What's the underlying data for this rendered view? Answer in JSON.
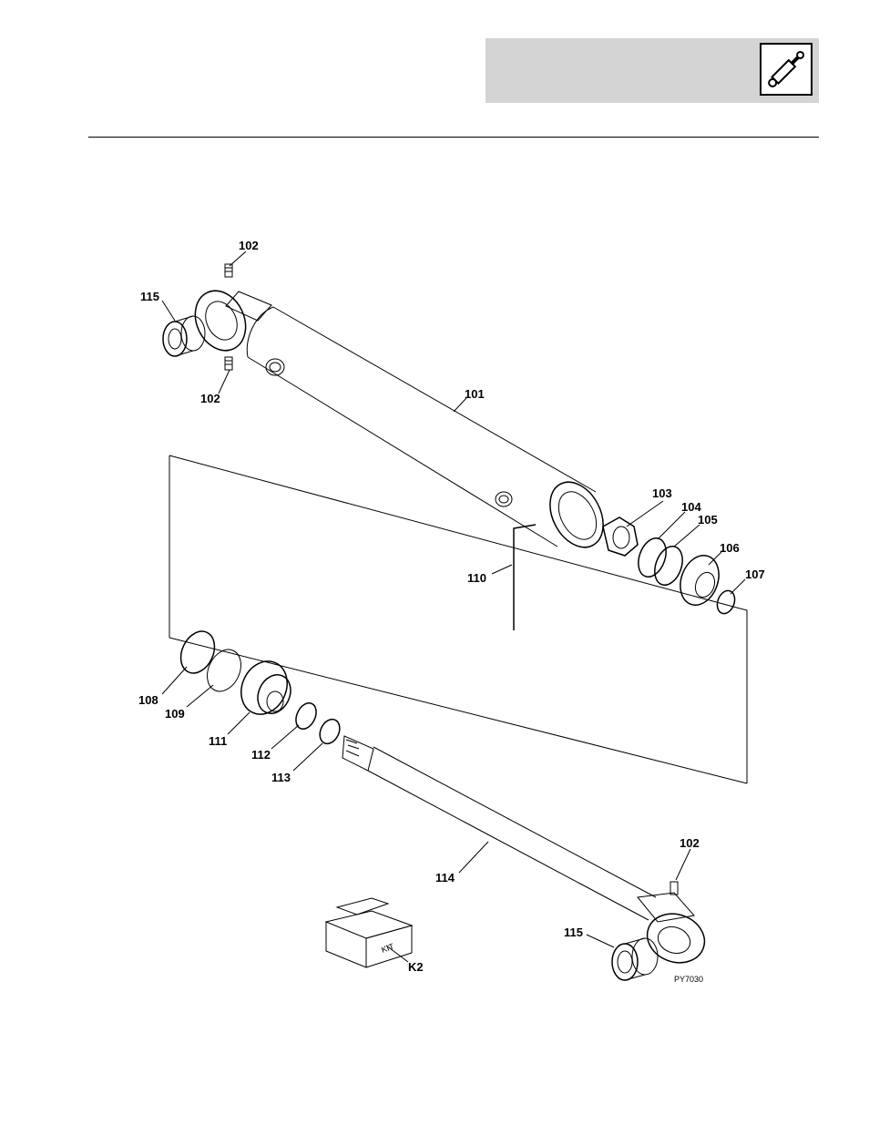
{
  "header": {
    "icon": "hydraulic-cylinder-icon",
    "background_color": "#d4d4d4"
  },
  "diagram": {
    "figure_code": "PY7030",
    "kit_box_text": "KIT",
    "kit_label": "K2",
    "callouts": {
      "c101": "101",
      "c102a": "102",
      "c102b": "102",
      "c102c": "102",
      "c103": "103",
      "c104": "104",
      "c105": "105",
      "c106": "106",
      "c107": "107",
      "c108": "108",
      "c109": "109",
      "c110": "110",
      "c111": "111",
      "c112": "112",
      "c113": "113",
      "c114": "114",
      "c115a": "115",
      "c115b": "115"
    }
  }
}
